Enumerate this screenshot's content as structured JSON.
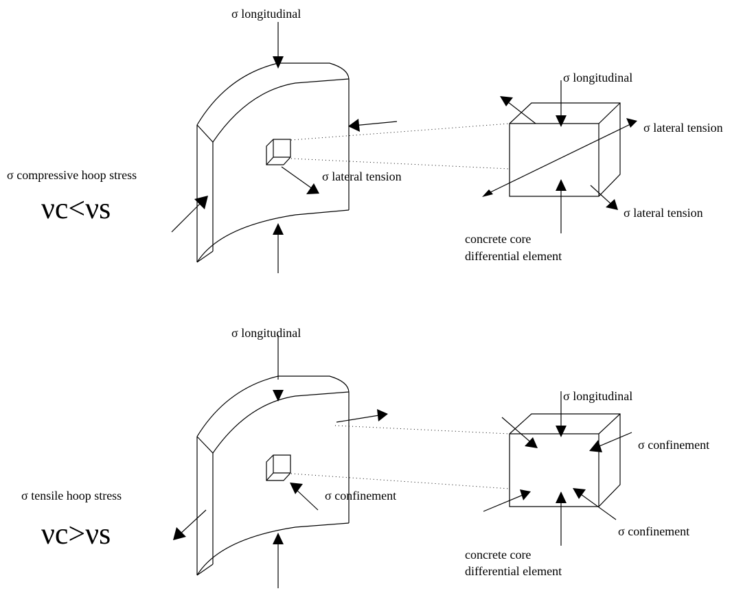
{
  "panel_top": {
    "sigma_longitudinal_main": "σ longitudinal",
    "sigma_hoop": "σ compressive hoop stress",
    "poisson_relation": "νc<νs",
    "sigma_lateral_main": "σ lateral tension",
    "sigma_longitudinal_cube": "σ longitudinal",
    "sigma_lateral_cube_right": "σ lateral tension",
    "sigma_lateral_cube_bottom": "σ lateral tension",
    "core_label_line1": "concrete core",
    "core_label_line2": "differential element"
  },
  "panel_bottom": {
    "sigma_longitudinal_main": "σ longitudinal",
    "sigma_hoop": "σ tensile hoop stress",
    "poisson_relation": "νc>νs",
    "sigma_confinement_main": "σ confinement",
    "sigma_longitudinal_cube": "σ longitudinal",
    "sigma_confinement_cube_right": "σ confinement",
    "sigma_confinement_cube_bottom": "σ confinement",
    "core_label_line1": "concrete core",
    "core_label_line2": "differential element"
  }
}
